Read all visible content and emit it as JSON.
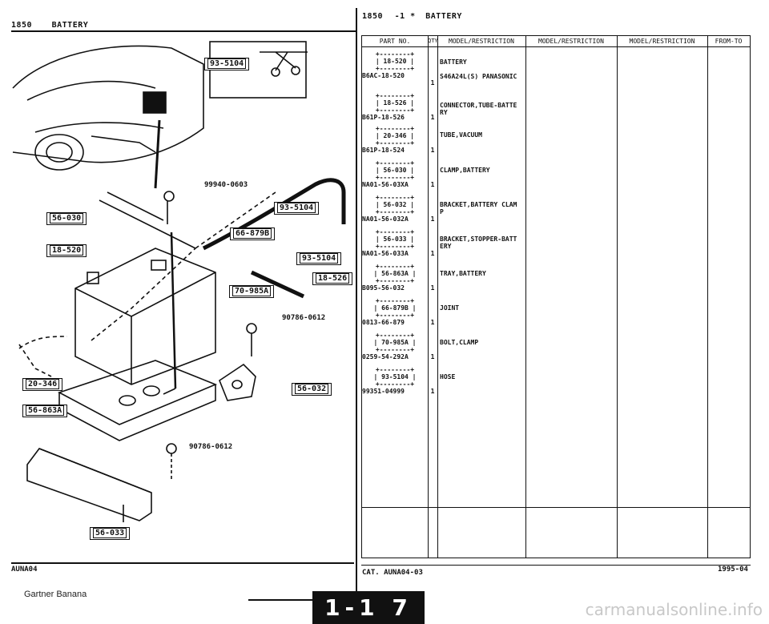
{
  "left_header": {
    "section": "1850",
    "title": "BATTERY"
  },
  "right_header": {
    "section": "1850",
    "sub": "-1 *",
    "title": "BATTERY"
  },
  "table_headers": [
    "PART NO.",
    "QTY",
    "MODEL/RESTRICTION",
    "MODEL/RESTRICTION",
    "MODEL/RESTRICTION",
    "FROM-TO"
  ],
  "rows": [
    {
      "ref": "18-520",
      "part_no": "B6AC-18-520",
      "qty": "1",
      "desc": "BATTERY\n\nS46A24L(S) PANASONIC"
    },
    {
      "ref": "18-526",
      "part_no": "B61P-18-526",
      "qty": "1",
      "desc": "CONNECTOR,TUBE-BATTE\nRY"
    },
    {
      "ref": "20-346",
      "part_no": "B61P-18-524",
      "qty": "1",
      "desc": "TUBE,VACUUM"
    },
    {
      "ref": "56-030",
      "part_no": "NA01-56-03XA",
      "qty": "1",
      "desc": "CLAMP,BATTERY"
    },
    {
      "ref": "56-032",
      "part_no": "NA01-56-032A",
      "qty": "1",
      "desc": "BRACKET,BATTERY CLAM\nP"
    },
    {
      "ref": "56-033",
      "part_no": "NA01-56-033A",
      "qty": "1",
      "desc": "BRACKET,STOPPER-BATT\nERY"
    },
    {
      "ref": "56-863A",
      "part_no": "B095-56-032",
      "qty": "1",
      "desc": "TRAY,BATTERY"
    },
    {
      "ref": "66-879B",
      "part_no": "0813-66-879",
      "qty": "1",
      "desc": "JOINT"
    },
    {
      "ref": "70-985A",
      "part_no": "0259-54-292A",
      "qty": "1",
      "desc": "BOLT,CLAMP"
    },
    {
      "ref": "93-5104",
      "part_no": "99351-04999",
      "qty": "1",
      "desc": "HOSE"
    }
  ],
  "callouts": {
    "c1": "93-5104",
    "c2": "56-030",
    "c3": "18-520",
    "c4": "93-5104",
    "c5": "66-879B",
    "c6": "93-5104",
    "c7": "18-526",
    "c8": "70-985A",
    "c9": "20-346",
    "c10": "56-863A",
    "c11": "56-032",
    "c12": "56-033"
  },
  "part_labels": {
    "p1": "99940-0603",
    "p2": "90786-0612",
    "p3": "90786-0612"
  },
  "footer": {
    "left_code": "AUNA04",
    "catalog": "CAT. AUNA04-03",
    "date": "1995-04",
    "page": "1-1 7",
    "brand": "Gartner Banana",
    "watermark": "carmanualsonline.info"
  }
}
